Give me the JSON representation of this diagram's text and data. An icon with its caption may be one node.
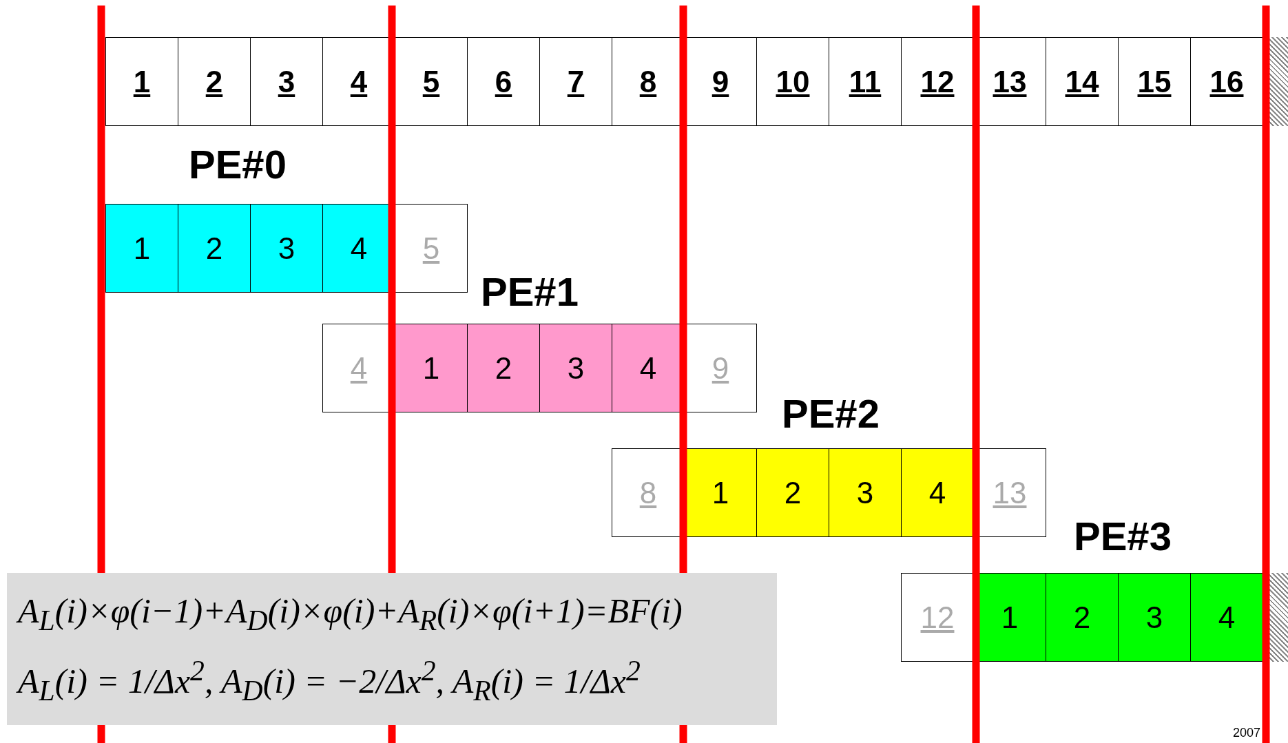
{
  "diagram": {
    "nodes": [
      {
        "text": [
          "1"
        ]
      },
      {
        "text": [
          "2"
        ]
      },
      {
        "text": [
          "3"
        ]
      },
      {
        "text": [
          "4"
        ]
      },
      {
        "text": [
          "5"
        ]
      },
      {
        "text": [
          "6"
        ]
      },
      {
        "text": [
          "7"
        ]
      },
      {
        "text": [
          "8"
        ]
      },
      {
        "text": [
          "9"
        ]
      },
      {
        "text": [
          "10"
        ]
      },
      {
        "text": [
          "11"
        ]
      },
      {
        "text": [
          "12"
        ]
      },
      {
        "text": [
          "13"
        ]
      },
      {
        "text": [
          "14"
        ]
      },
      {
        "text": [
          "15"
        ]
      },
      {
        "text": [
          "16"
        ]
      },
      {
        "text": [
          "1"
        ]
      },
      {
        "text": [
          "2"
        ]
      },
      {
        "text": [
          "3"
        ]
      },
      {
        "text": [
          "4"
        ]
      },
      {
        "text": [
          "5"
        ]
      },
      {
        "text": [
          "4"
        ]
      },
      {
        "text": [
          "1"
        ]
      },
      {
        "text": [
          "2"
        ]
      },
      {
        "text": [
          "3"
        ]
      },
      {
        "text": [
          "4"
        ]
      },
      {
        "text": [
          "9"
        ]
      },
      {
        "text": [
          "8"
        ]
      },
      {
        "text": [
          "1"
        ]
      },
      {
        "text": [
          "2"
        ]
      },
      {
        "text": [
          "3"
        ]
      },
      {
        "text": [
          "4"
        ]
      },
      {
        "text": [
          "13"
        ]
      },
      {
        "text": [
          "12"
        ]
      },
      {
        "text": [
          "1"
        ]
      },
      {
        "text": [
          "2"
        ]
      },
      {
        "text": [
          "3"
        ]
      },
      {
        "text": [
          "4"
        ]
      },
      {
        "text": [],
        "shape": "box"
      },
      {
        "text": [],
        "shape": "box"
      }
    ],
    "labels": [
      "PE#0",
      "PE#1",
      "PE#2",
      "PE#3",
      "A$_{L}$(i)×φ(i−1)+A$_{D}$(i)×φ(i)+A$_{R}$(i)×φ(i+1)=BF(i)",
      "A$_{L}$(i) = 1/Δx$^{2}$, A$_{D}$(i) = −2/Δx$^{2}$, A$_{R}$(i) = 1/Δx$^{2}$",
      "2007"
    ]
  }
}
